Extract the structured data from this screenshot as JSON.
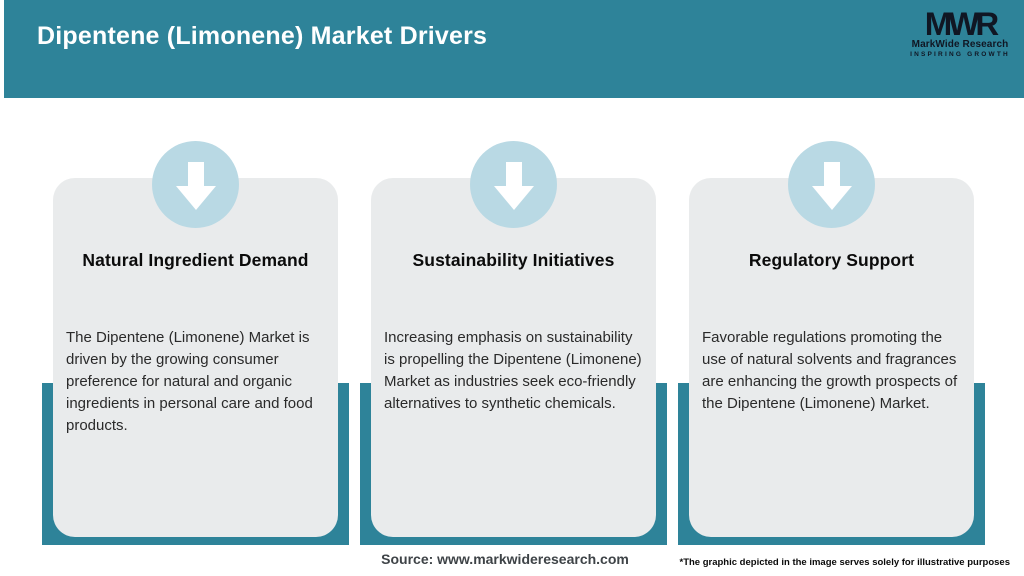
{
  "header": {
    "title": "Dipentene (Limonene) Market Drivers",
    "background_color": "#2e8399",
    "logo": {
      "acronym": "MWR",
      "name": "MarkWide Research",
      "tagline": "INSPIRING GROWTH"
    }
  },
  "cards": [
    {
      "icon": "down-arrow-icon",
      "heading": "Natural Ingredient Demand",
      "body": "The Dipentene (Limonene) Market is driven by the growing consumer preference for natural and organic ingredients in personal care and food products."
    },
    {
      "icon": "down-arrow-icon",
      "heading": "Sustainability Initiatives",
      "body": "Increasing emphasis on sustainability is propelling the Dipentene (Limonene) Market as industries seek eco-friendly alternatives to synthetic chemicals."
    },
    {
      "icon": "down-arrow-icon",
      "heading": "Regulatory Support",
      "body": "Favorable regulations promoting the use of natural solvents and fragrances are enhancing the growth prospects of the Dipentene (Limonene) Market."
    }
  ],
  "footer": {
    "source": "Source: www.markwideresearch.com",
    "disclaimer": "*The graphic depicted in the image serves solely for illustrative purposes"
  },
  "colors": {
    "teal": "#2e8399",
    "card_background": "#e9ebec",
    "circle_blue": "#b9d9e4",
    "title_text": "#ffffff",
    "logo_text": "#101623"
  }
}
